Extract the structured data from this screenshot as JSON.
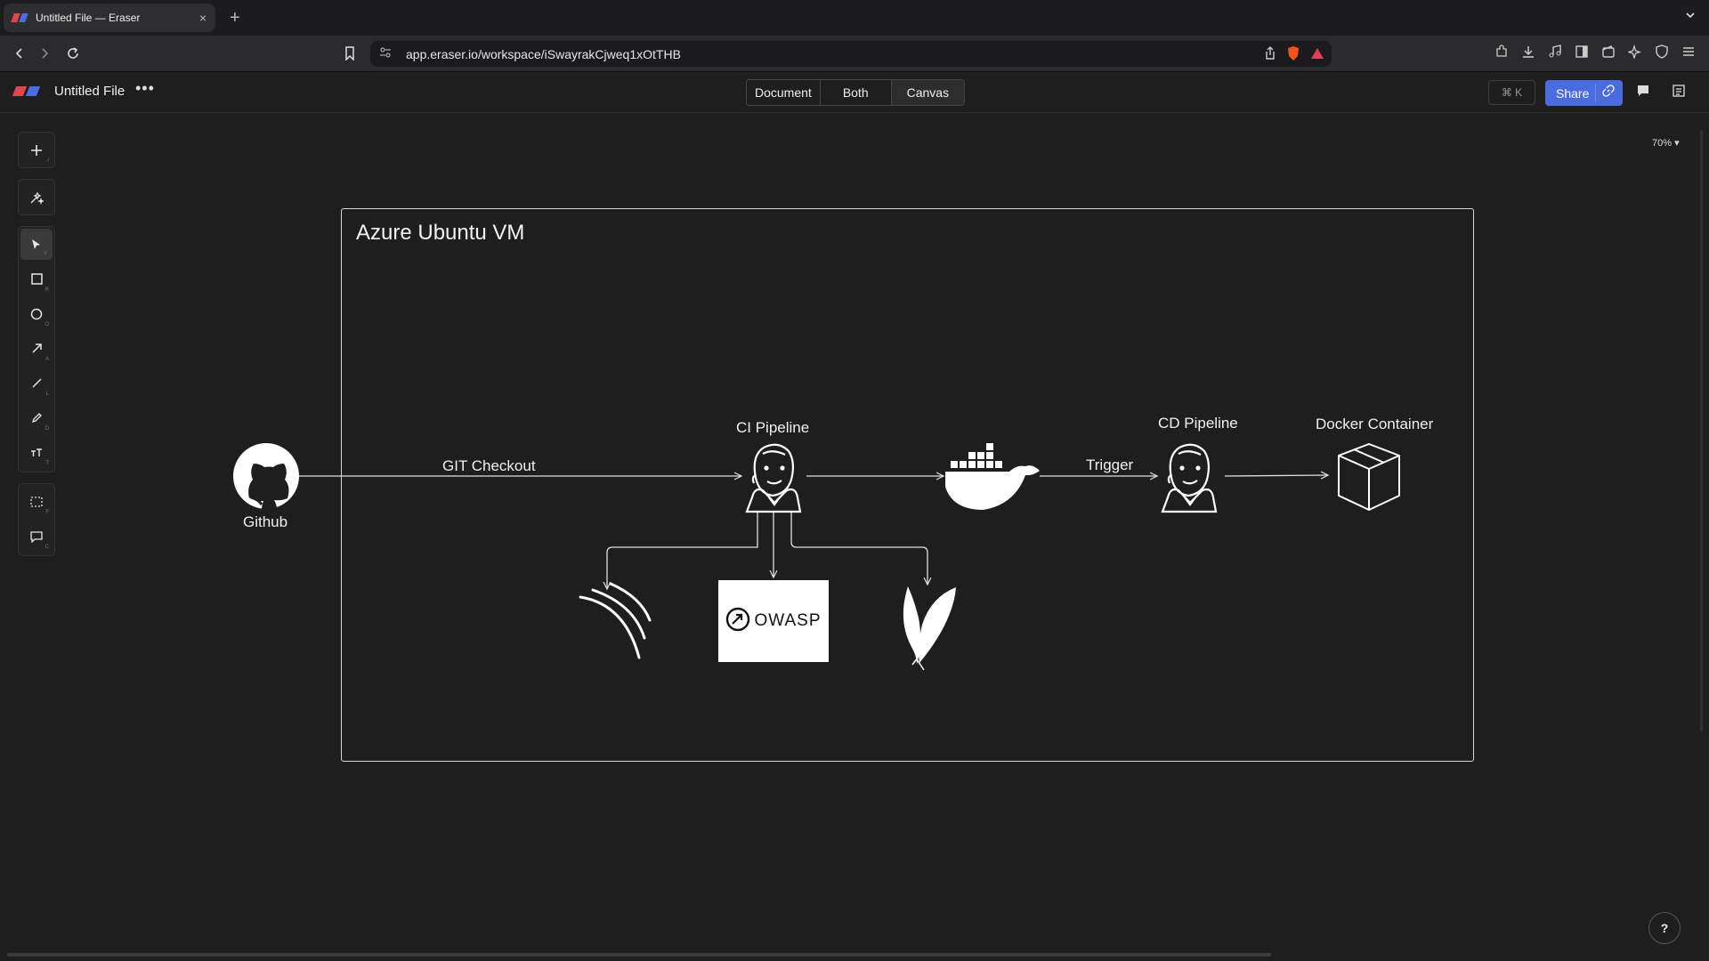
{
  "browser": {
    "tab_title": "Untitled File — Eraser",
    "tab_close": "×",
    "new_tab": "+",
    "url": "app.eraser.io/workspace/iSwayrakCjweq1xOtTHB"
  },
  "app": {
    "file_title": "Untitled File",
    "more": "•••",
    "views": {
      "document": "Document",
      "both": "Both",
      "canvas": "Canvas"
    },
    "shortcut": "⌘ K",
    "share_label": "Share",
    "zoom": "70%",
    "help": "?"
  },
  "tools": [
    "add",
    "ai-magic",
    "select",
    "rectangle",
    "ellipse",
    "arrow",
    "line",
    "pencil",
    "text",
    "frame",
    "comment"
  ],
  "diagram": {
    "frame_title": "Azure Ubuntu VM",
    "nodes": {
      "github": "Github",
      "ci": "CI Pipeline",
      "cd": "CD Pipeline",
      "container": "Docker Container",
      "owasp": "OWASP"
    },
    "edges": {
      "git_checkout": "GIT Checkout",
      "trigger": "Trigger"
    }
  },
  "colors": {
    "accent": "#4a6cdf",
    "background": "#1e1e1e",
    "stroke": "#e0e0e0"
  }
}
